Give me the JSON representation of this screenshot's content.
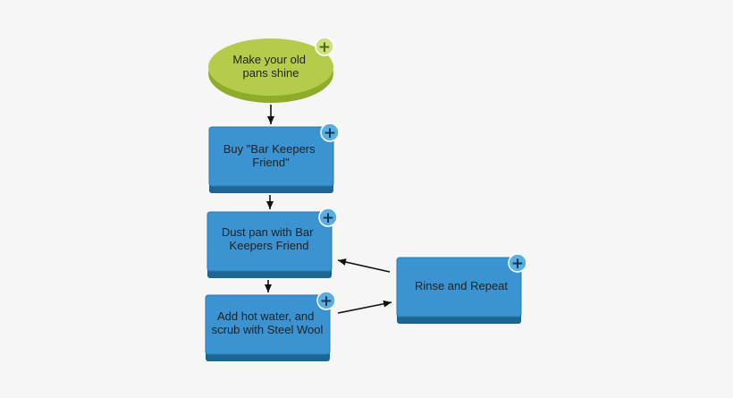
{
  "diagram": {
    "start": {
      "lines": [
        "Make your old",
        "pans shine"
      ]
    },
    "steps": [
      {
        "lines": [
          "Buy \"Bar Keepers",
          "Friend\""
        ]
      },
      {
        "lines": [
          "Dust pan with Bar",
          "Keepers Friend"
        ]
      },
      {
        "lines": [
          "Add hot water, and",
          "scrub with Steel Wool"
        ]
      },
      {
        "lines": [
          "Rinse and Repeat"
        ]
      }
    ],
    "add_glyph": "+",
    "colors": {
      "start_fill": "#b5cc4a",
      "start_shadow": "#8fac28",
      "step_fill": "#3b93d1",
      "step_border": "#2b79b0",
      "step_shadow": "#1f6594",
      "add_badge_start_fill": "#cde07a",
      "add_badge_start_text": "#4c6a12",
      "add_badge_step_fill": "#5aaee2",
      "add_badge_step_text": "#123a58",
      "arrow": "#111111"
    }
  }
}
